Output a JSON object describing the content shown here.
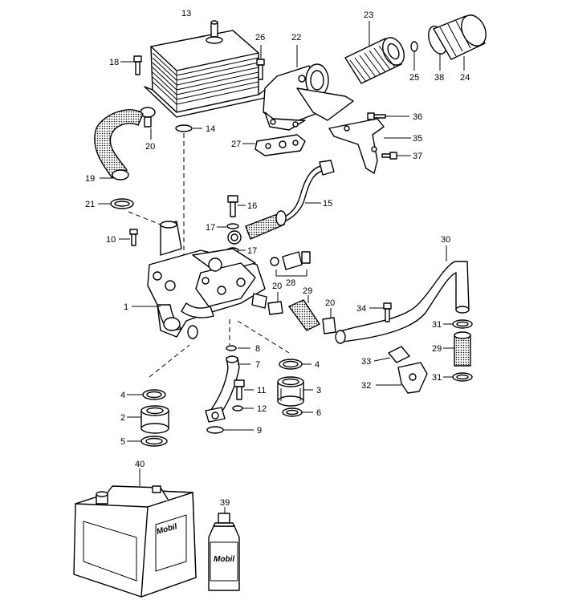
{
  "diagram": {
    "labels": [
      {
        "id": "13",
        "text": "13"
      },
      {
        "id": "18",
        "text": "18"
      },
      {
        "id": "26",
        "text": "26"
      },
      {
        "id": "22",
        "text": "22"
      },
      {
        "id": "23",
        "text": "23"
      },
      {
        "id": "25",
        "text": "25"
      },
      {
        "id": "38",
        "text": "38"
      },
      {
        "id": "24",
        "text": "24"
      },
      {
        "id": "14",
        "text": "14"
      },
      {
        "id": "20a",
        "text": "20"
      },
      {
        "id": "36",
        "text": "36"
      },
      {
        "id": "35",
        "text": "35"
      },
      {
        "id": "27",
        "text": "27"
      },
      {
        "id": "37",
        "text": "37"
      },
      {
        "id": "19",
        "text": "19"
      },
      {
        "id": "16",
        "text": "16"
      },
      {
        "id": "15",
        "text": "15"
      },
      {
        "id": "21",
        "text": "21"
      },
      {
        "id": "17a",
        "text": "17"
      },
      {
        "id": "17b",
        "text": "17"
      },
      {
        "id": "10",
        "text": "10"
      },
      {
        "id": "30",
        "text": "30"
      },
      {
        "id": "28",
        "text": "28"
      },
      {
        "id": "20b",
        "text": "20"
      },
      {
        "id": "29a",
        "text": "29"
      },
      {
        "id": "20c",
        "text": "20"
      },
      {
        "id": "1",
        "text": "1"
      },
      {
        "id": "34",
        "text": "34"
      },
      {
        "id": "31a",
        "text": "31"
      },
      {
        "id": "8",
        "text": "8"
      },
      {
        "id": "29b",
        "text": "29"
      },
      {
        "id": "7",
        "text": "7"
      },
      {
        "id": "4a",
        "text": "4"
      },
      {
        "id": "33",
        "text": "33"
      },
      {
        "id": "31b",
        "text": "31"
      },
      {
        "id": "11",
        "text": "11"
      },
      {
        "id": "3",
        "text": "3"
      },
      {
        "id": "32",
        "text": "32"
      },
      {
        "id": "4b",
        "text": "4"
      },
      {
        "id": "2",
        "text": "2"
      },
      {
        "id": "12",
        "text": "12"
      },
      {
        "id": "6",
        "text": "6"
      },
      {
        "id": "9",
        "text": "9"
      },
      {
        "id": "5",
        "text": "5"
      },
      {
        "id": "40",
        "text": "40"
      },
      {
        "id": "39",
        "text": "39"
      }
    ],
    "brand_marks": {
      "canister": "Mobil",
      "bottle": "Mobil"
    }
  }
}
